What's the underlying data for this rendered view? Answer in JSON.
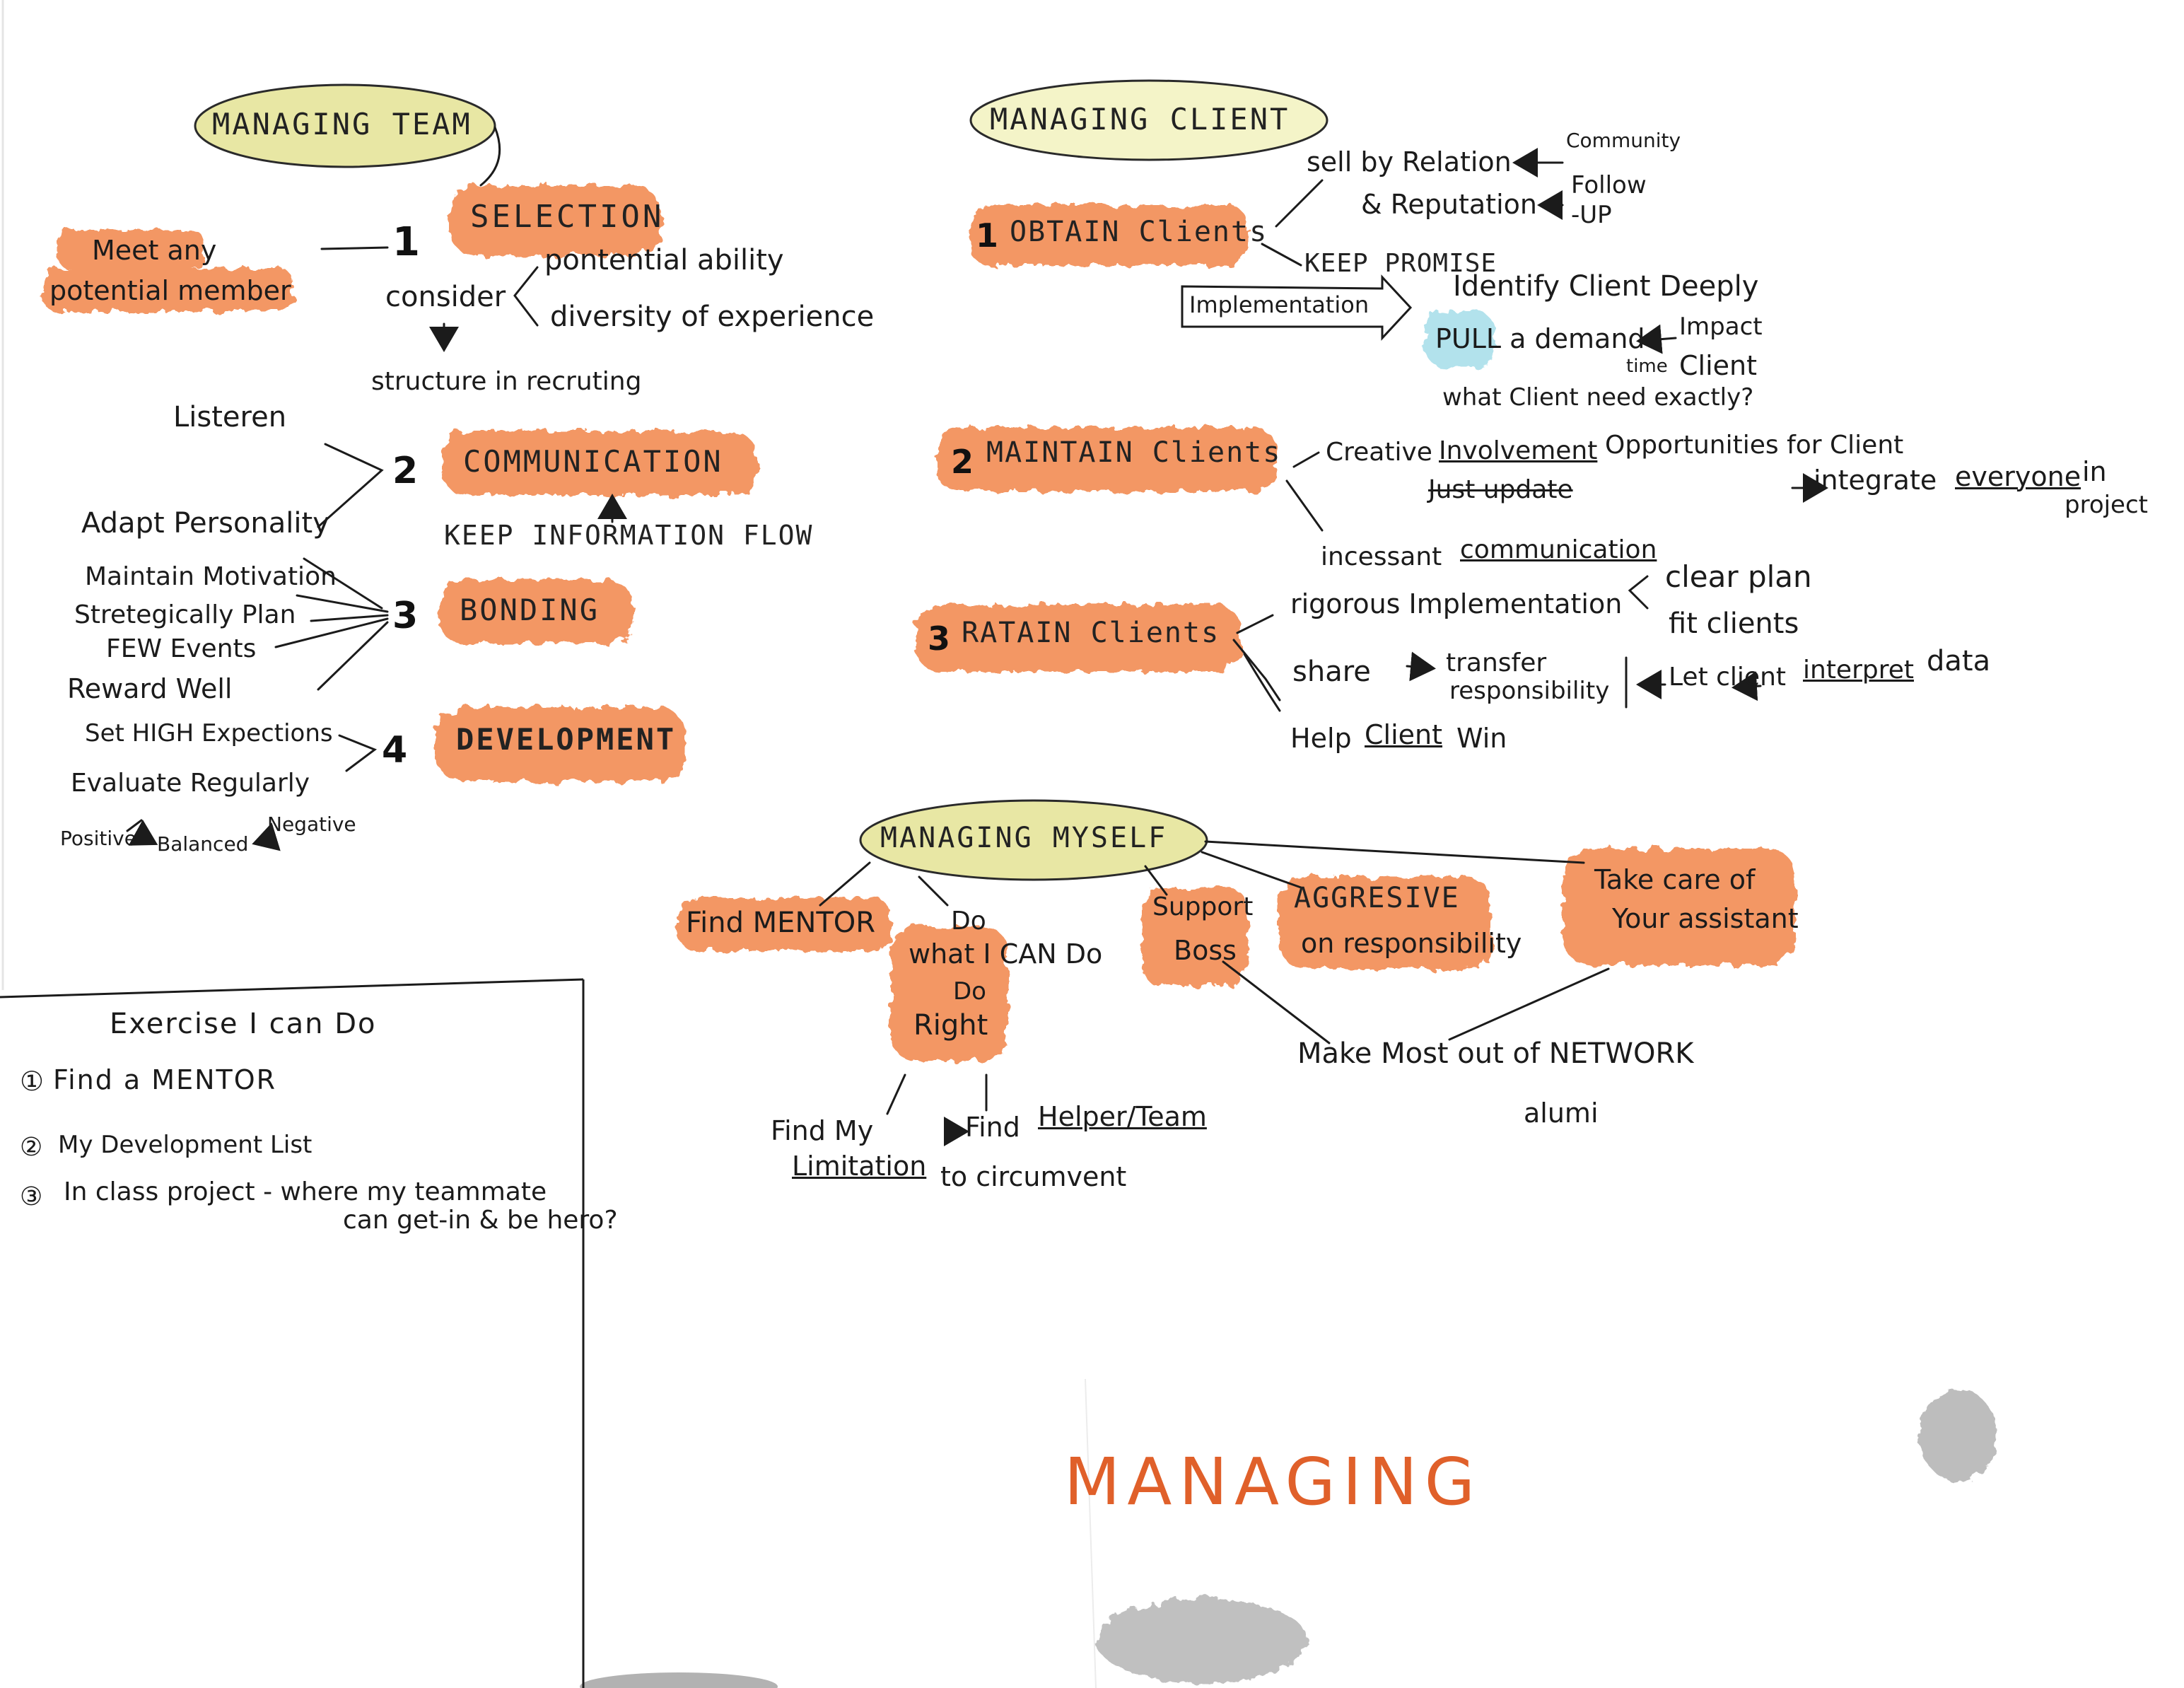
{
  "title": "MANAGING",
  "colors": {
    "highlight": "#f2854a",
    "ellipse": "#e8e7a4",
    "ink": "#1b1b1b",
    "title": "#e0602a",
    "blue": "#7fd0e0"
  },
  "managing_team": {
    "title": "MANAGING TEAM",
    "steps": [
      {
        "number": "1",
        "label": "SELECTION"
      },
      {
        "number": "2",
        "label": "COMMUNICATION"
      },
      {
        "number": "3",
        "label": "BONDING"
      },
      {
        "number": "4",
        "label": "DEVELOPMENT"
      }
    ],
    "selection": {
      "left": "Meet any potential member",
      "left_line1": "Meet any",
      "left_line2": "potential member",
      "consider": "consider",
      "consider_items": [
        "pontential ability",
        "diversity of experience"
      ],
      "structure": "structure in recruting"
    },
    "communication": {
      "left_items": [
        "Listeren",
        "Adapt Personality"
      ],
      "below": "KEEP INFORMATION FLOW"
    },
    "bonding": {
      "left_items": [
        "Maintain Motivation",
        "Stretegically Plan",
        "FEW Events",
        "Reward Well"
      ]
    },
    "development": {
      "left_items": [
        "Set HIGH Expections",
        "Evaluate Regularly"
      ],
      "scale": [
        "Positive",
        "Balanced",
        "Negative"
      ]
    }
  },
  "managing_client": {
    "title": "MANAGING CLIENT",
    "steps": [
      {
        "number": "1",
        "label": "OBTAIN Clients"
      },
      {
        "number": "2",
        "label": "MAINTAIN Clients"
      },
      {
        "number": "3",
        "label": "RATAIN Clients"
      }
    ],
    "obtain": {
      "sell": "sell by Relation",
      "community": "Community",
      "reputation": "& Reputation",
      "follow_up": "Follow -UP",
      "follow_line1": "Follow",
      "follow_line2": "-UP",
      "keep_promise": "KEEP PROMISE",
      "implementation": "Implementation",
      "identify": "Identify Client Deeply",
      "pull": "PULL a demand",
      "impact": "Impact",
      "time": "time",
      "client": "Client",
      "what_need": "what Client need exactly?"
    },
    "maintain": {
      "creative": "Creative",
      "involvement": "Involvement",
      "opportunities": "Opportunities for Client",
      "just_update": "Just update",
      "integrate": "integrate",
      "everyone": "everyone",
      "in": "in",
      "project": "project",
      "incessant": "incessant",
      "communication": "communication"
    },
    "retain": {
      "rigorous": "rigorous Implementation",
      "clear_plan": "clear plan",
      "fit_clients": "fit clients",
      "share": "share",
      "transfer1": "transfer",
      "transfer2": "responsibility",
      "let_client": "Let client",
      "interpret": "interpret",
      "data": "data",
      "help": "Help",
      "client": "Client",
      "win": "Win"
    }
  },
  "managing_myself": {
    "title": "MANAGING MYSELF",
    "find_mentor": "Find MENTOR",
    "do_line1": "Do",
    "do_line2": "what I CAN Do",
    "do_line3": "Do",
    "do_line4": "Right",
    "support_line1": "Support",
    "support_line2": "Boss",
    "aggresive_line1": "AGGRESIVE",
    "aggresive_line2": "on responsibility",
    "take_care_line1": "Take care of",
    "take_care_line2": "Your assistant",
    "network": "Make Most out of NETWORK",
    "alumi": "alumi",
    "find_my_line1": "Find My",
    "find_my_line2": "Limitation",
    "find_helper_prefix": "Find",
    "find_helper": "Helper/Team",
    "circumvent": "to circumvent"
  },
  "exercise": {
    "title": "Exercise I can Do",
    "items": [
      "Find a MENTOR",
      "My Development List",
      "In class project - where my teammate"
    ],
    "item3_line2": "can get-in & be hero?",
    "markers": [
      "①",
      "②",
      "③"
    ]
  }
}
